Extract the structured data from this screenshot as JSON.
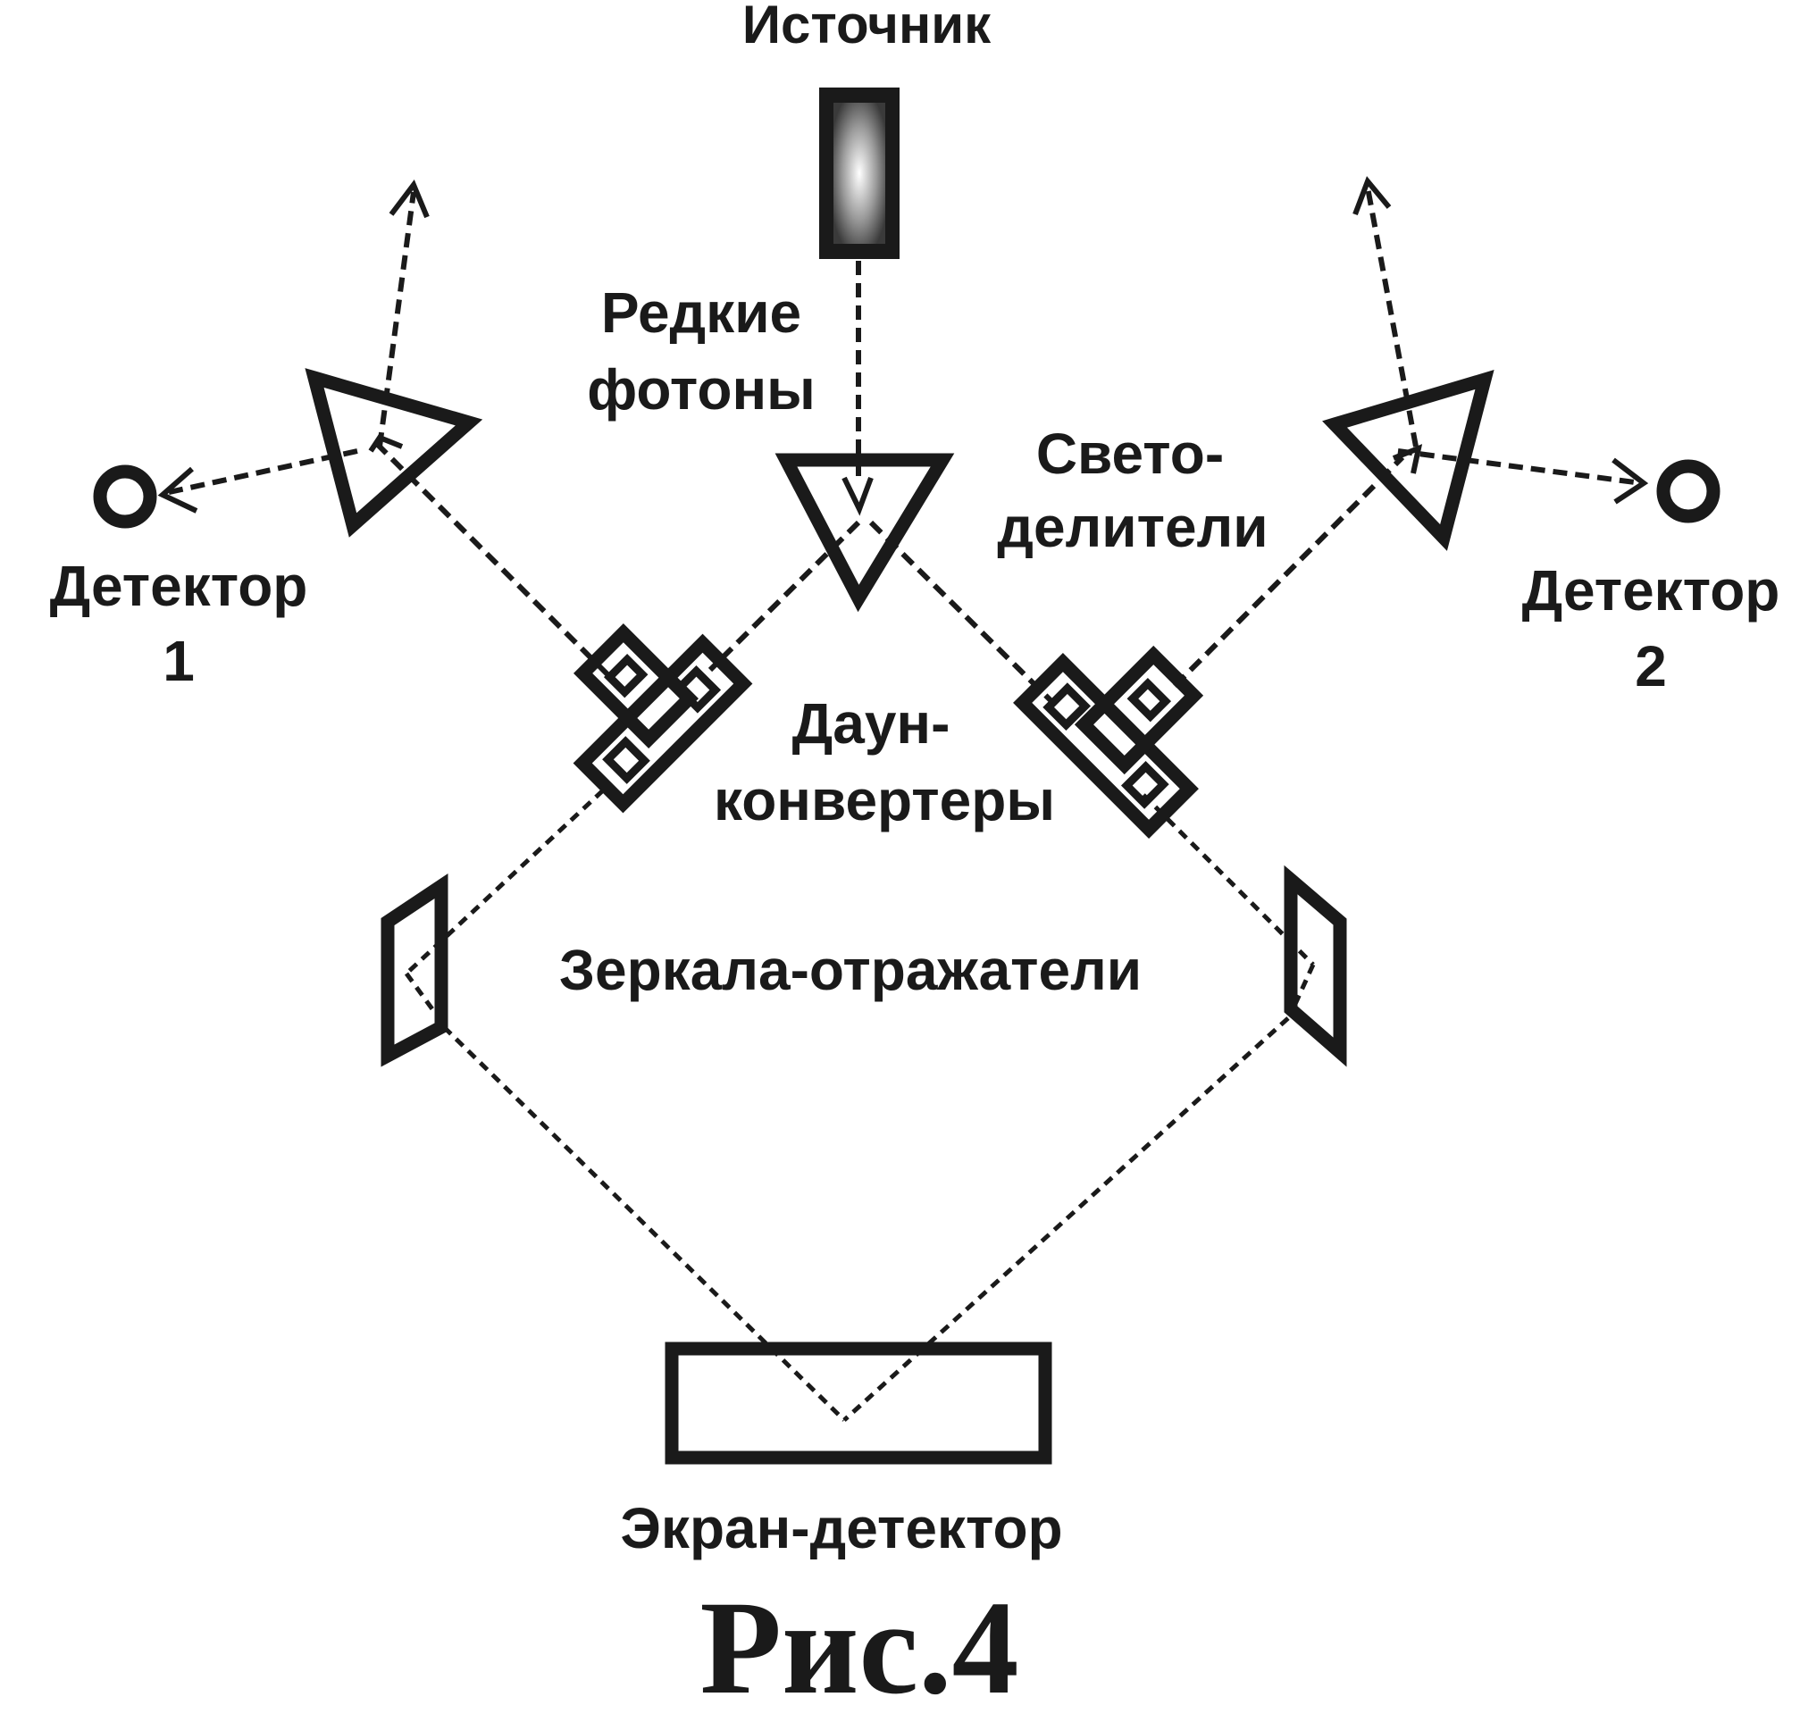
{
  "labels": {
    "source": "Источник",
    "rare_photons_1": "Редкие",
    "rare_photons_2": "фотоны",
    "beam_splitters_1": "Свето-",
    "beam_splitters_2": "делители",
    "detector1_1": "Детектор",
    "detector1_2": "1",
    "detector2_1": "Детектор",
    "detector2_2": "2",
    "downconverters_1": "Даун-",
    "downconverters_2": "конвертеры",
    "mirrors": "Зеркала-отражатели",
    "screen": "Экран-детектор"
  },
  "figure_caption": "Рис.4",
  "colors": {
    "ink": "#1a1a1a",
    "background": "#ffffff"
  }
}
